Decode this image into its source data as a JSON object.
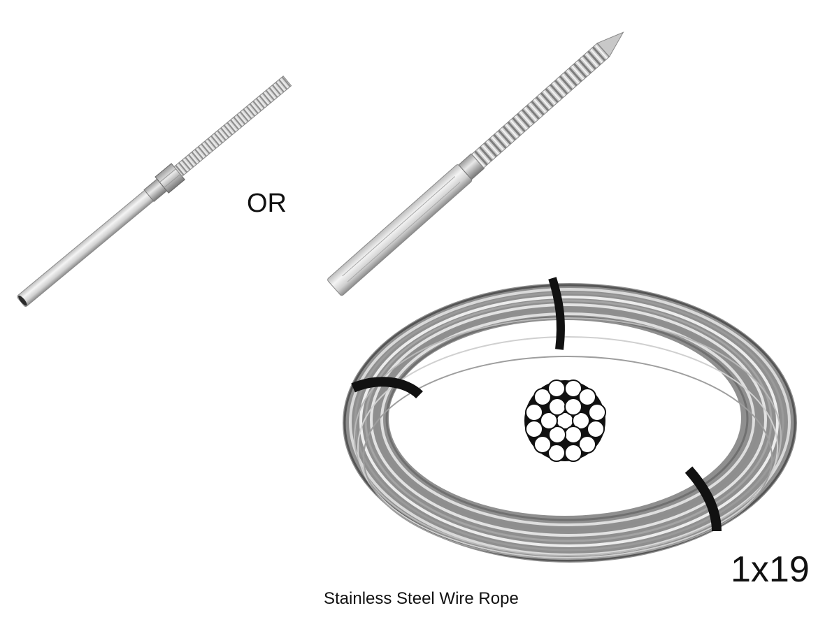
{
  "separator_text": "OR",
  "strand_construction": "1x19",
  "caption": "Stainless Steel Wire Rope",
  "colors": {
    "background": "#ffffff",
    "steel_light": "#e6e6e6",
    "steel_dark": "#7a7a7a",
    "band": "#111111"
  },
  "products": [
    {
      "icon": "threaded-stud-terminal-icon"
    },
    {
      "icon": "lag-screw-terminal-icon"
    },
    {
      "icon": "wire-rope-coil-icon"
    },
    {
      "icon": "strand-cross-section-icon"
    }
  ]
}
